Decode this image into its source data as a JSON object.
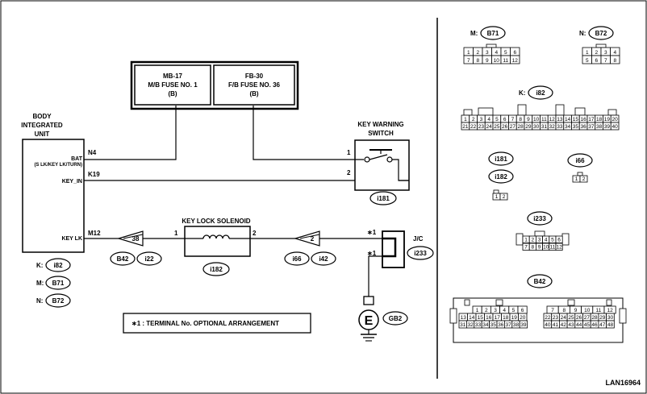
{
  "fuses": [
    {
      "line1": "MB-17",
      "line2": "M/B FUSE NO. 1",
      "line3": "(B)"
    },
    {
      "line1": "FB-30",
      "line2": "F/B FUSE NO. 36",
      "line3": "(B)"
    }
  ],
  "body_unit": {
    "title": [
      "BODY",
      "INTEGRATED",
      "UNIT"
    ],
    "terminals": [
      {
        "label": "BAT",
        "sub": "(S LK/KEY LK/TURN)",
        "wire": "N4"
      },
      {
        "label": "KEY_IN",
        "sub": "",
        "wire": "K19"
      },
      {
        "label": "KEY LK",
        "sub": "",
        "wire": "M12"
      }
    ]
  },
  "key_switch": {
    "title": [
      "KEY WARNING",
      "SWITCH"
    ],
    "pin1": "1",
    "pin2": "2",
    "connector": "i181"
  },
  "solenoid": {
    "title": "KEY LOCK SOLENOID",
    "pin1": "1",
    "pin2": "2",
    "connector": "i182"
  },
  "connectors_inline": {
    "left_pin": "38",
    "left_tags": [
      "B42",
      "i22"
    ],
    "right_pin": "2",
    "right_tags": [
      "i66",
      "i42"
    ]
  },
  "jc": {
    "label": "J/C",
    "tag": "i233",
    "pin_note": "∗1"
  },
  "ground": {
    "symbol": "E",
    "tag": "GB2"
  },
  "legend_tags": [
    {
      "prefix": "K:",
      "tag": "i82"
    },
    {
      "prefix": "M:",
      "tag": "B71"
    },
    {
      "prefix": "N:",
      "tag": "B72"
    }
  ],
  "note": "∗1  : TERMINAL No. OPTIONAL ARRANGEMENT",
  "connector_views": {
    "b71": {
      "prefix": "M:",
      "tag": "B71",
      "rows": [
        [
          "1",
          "2",
          "3",
          "4",
          "5",
          "6"
        ],
        [
          "7",
          "8",
          "9",
          "10",
          "11",
          "12"
        ]
      ]
    },
    "b72": {
      "prefix": "N:",
      "tag": "B72",
      "rows": [
        [
          "1",
          "2",
          "3",
          "4"
        ],
        [
          "5",
          "6",
          "7",
          "8"
        ]
      ]
    },
    "i82": {
      "prefix": "K:",
      "tag": "i82",
      "row1": [
        "1",
        "2",
        "3",
        "4",
        "5",
        "6",
        "7",
        "8",
        "9",
        "10",
        "11",
        "12",
        "13",
        "14",
        "15",
        "16",
        "17",
        "18",
        "19",
        "20"
      ],
      "row2": [
        "21",
        "22",
        "23",
        "24",
        "25",
        "26",
        "27",
        "28",
        "29",
        "30",
        "31",
        "32",
        "33",
        "34",
        "35",
        "36",
        "37",
        "38",
        "39",
        "40"
      ]
    },
    "i181": {
      "tag": "i181"
    },
    "i182": {
      "tag": "i182",
      "pins": [
        "1",
        "2"
      ]
    },
    "i66": {
      "tag": "i66",
      "pins": [
        "1",
        "2"
      ]
    },
    "i233": {
      "tag": "i233",
      "rows": [
        [
          "1",
          "2",
          "3",
          "4",
          "5",
          "6"
        ],
        [
          "7",
          "8",
          "9",
          "10",
          "11",
          "12"
        ]
      ]
    },
    "b42": {
      "tag": "B42",
      "left_rows": [
        [
          "1",
          "2",
          "3",
          "4",
          "5",
          "6"
        ],
        [
          "13",
          "14",
          "15",
          "16",
          "17",
          "18",
          "19",
          "20"
        ],
        [
          "31",
          "32",
          "33",
          "34",
          "35",
          "36",
          "37",
          "38",
          "39"
        ]
      ],
      "right_rows": [
        [
          "7",
          "8",
          "9",
          "10",
          "11",
          "12"
        ],
        [
          "22",
          "23",
          "24",
          "25",
          "26",
          "27",
          "28",
          "29",
          "30"
        ],
        [
          "40",
          "41",
          "42",
          "43",
          "44",
          "45",
          "46",
          "47",
          "48"
        ]
      ]
    }
  },
  "figure_code": "LAN16964"
}
